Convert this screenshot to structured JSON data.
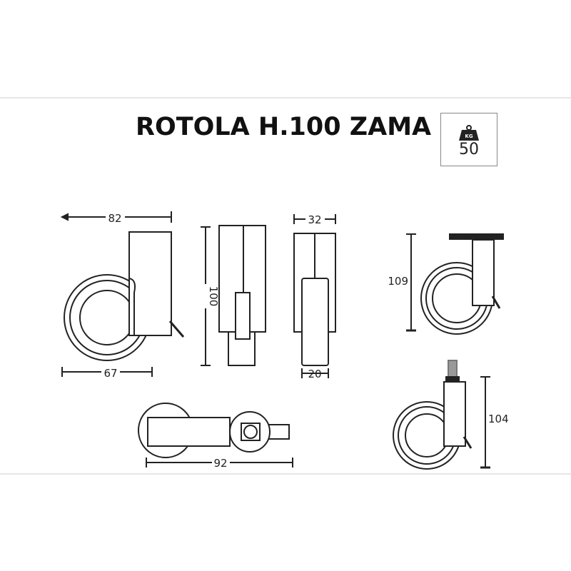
{
  "title": "ROTOLA H.100 ZAMA",
  "load_capacity": {
    "icon": "weight-kg-icon",
    "unit_label": "KG",
    "value": "50"
  },
  "dimensions": {
    "side_width": "82",
    "wheel_diameter": "67",
    "height": "100",
    "front_width": "32",
    "wheel_width": "20",
    "top_length": "92",
    "plate_height": "109",
    "stem_height": "104"
  }
}
